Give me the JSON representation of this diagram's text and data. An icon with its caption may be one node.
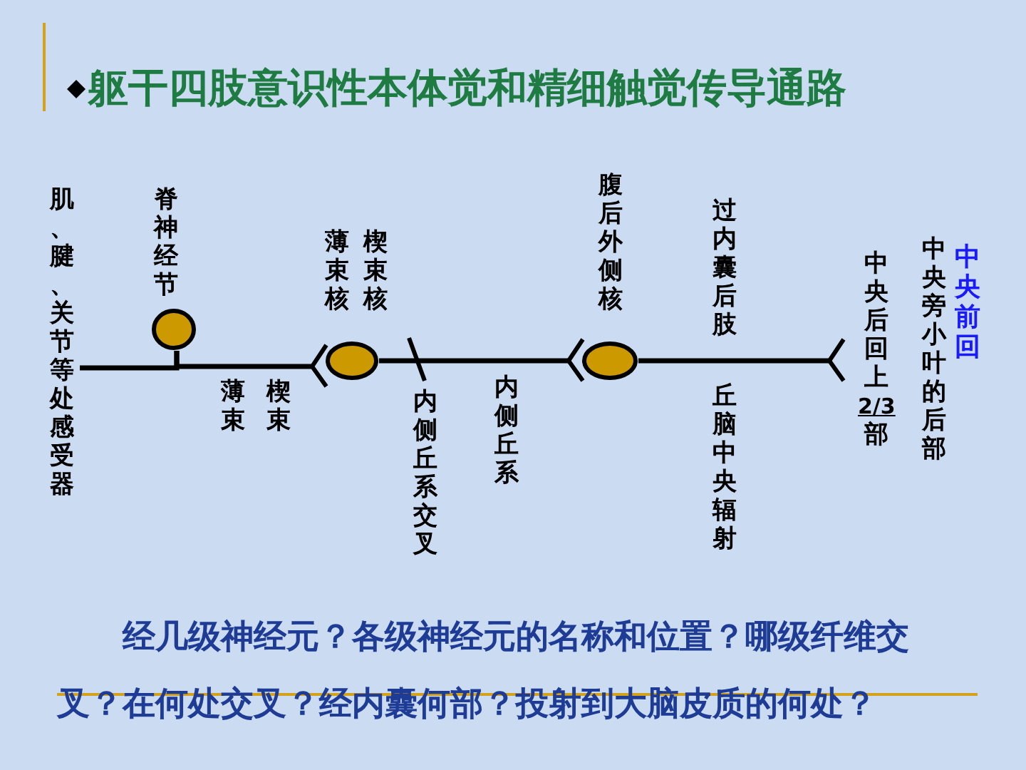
{
  "diagram": {
    "title": "躯干四肢意识性本体觉和精细触觉传导通路",
    "nodes": [
      {
        "text": [
          "肌、腱、关节等处感受器"
        ]
      },
      {
        "text": [
          "脊神经节"
        ]
      },
      {
        "text": [
          "薄束核",
          "楔束核"
        ]
      },
      {
        "text": [
          "腹后外侧核"
        ]
      },
      {
        "text": [
          "中央后回上2/3部",
          "中央旁小叶的后部",
          "中央前回"
        ]
      }
    ],
    "edges": [
      {
        "from": 0,
        "to": 1,
        "arrow": "none"
      },
      {
        "from": 1,
        "to": 2,
        "arrow": "other"
      },
      {
        "from": 2,
        "to": 3,
        "arrow": "other",
        "label": "内侧丘系"
      },
      {
        "from": 3,
        "to": 4,
        "arrow": "other",
        "label": "丘脑中央辐射"
      }
    ],
    "labels": [
      "薄束",
      "楔束",
      "内侧丘系交叉",
      "过内囊后肢",
      "经几级神经元？各级神经元的名称和位置？哪级纤维交叉？在何处交叉？经内囊何部？投射到大脑皮质的何处？"
    ]
  }
}
